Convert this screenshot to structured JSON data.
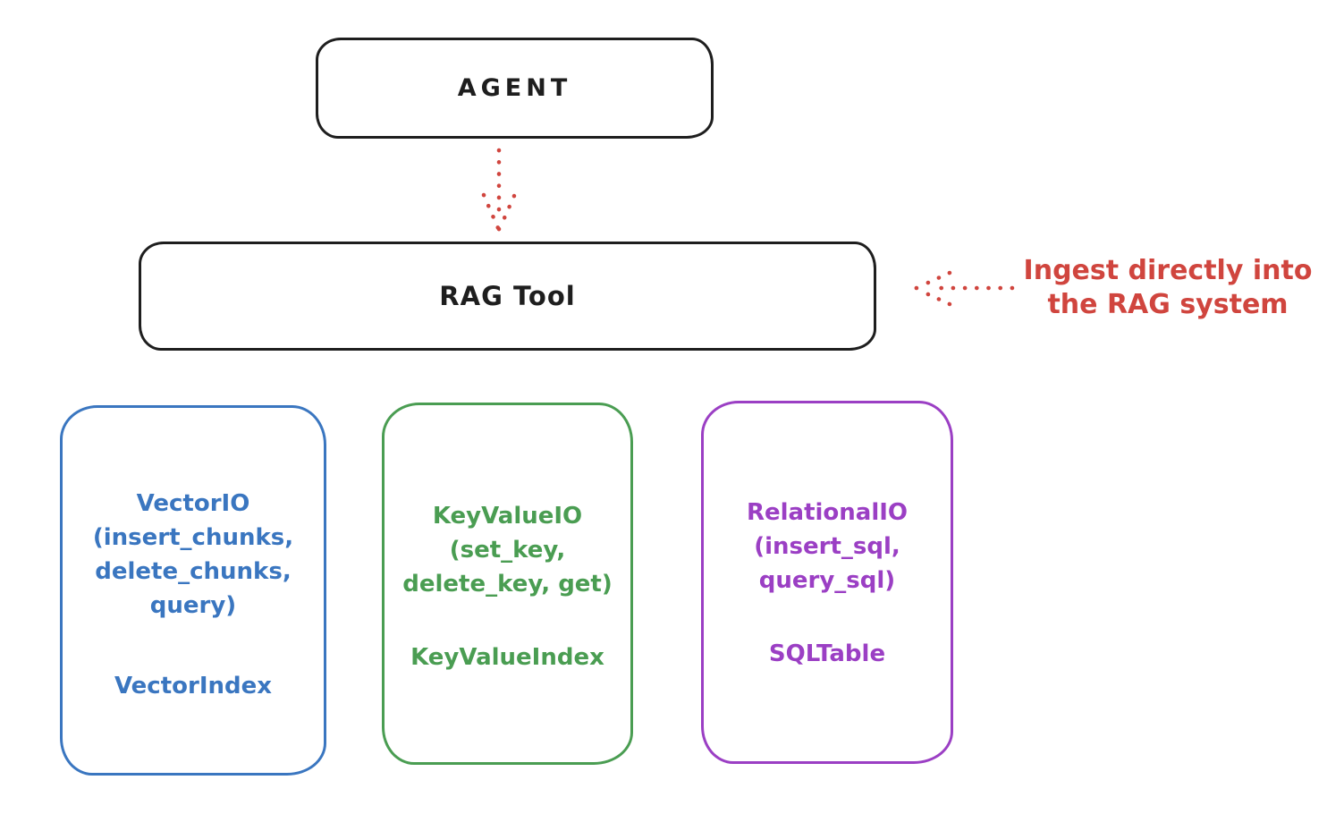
{
  "colors": {
    "ink": "#1e1e1e",
    "red": "#d0453e",
    "blue": "#3a76c0",
    "green": "#4a9d52",
    "purple": "#9b3fc4",
    "background": "#ffffff"
  },
  "agent": {
    "label": "AGENT"
  },
  "rag_tool": {
    "label": "RAG Tool"
  },
  "annotation": {
    "line1": "Ingest directly into",
    "line2": "the RAG system"
  },
  "storage_boxes": [
    {
      "name": "vector-io",
      "lines": [
        "VectorIO",
        "(insert_chunks,",
        "delete_chunks,",
        "query)"
      ],
      "index_label": "VectorIndex",
      "color": "#3a76c0"
    },
    {
      "name": "key-value-io",
      "lines": [
        "KeyValueIO",
        "(set_key,",
        "delete_key, get)"
      ],
      "index_label": "KeyValueIndex",
      "color": "#4a9d52"
    },
    {
      "name": "relational-io",
      "lines": [
        "RelationalIO",
        "(insert_sql,",
        "query_sql)"
      ],
      "index_label": "SQLTable",
      "color": "#9b3fc4"
    }
  ]
}
